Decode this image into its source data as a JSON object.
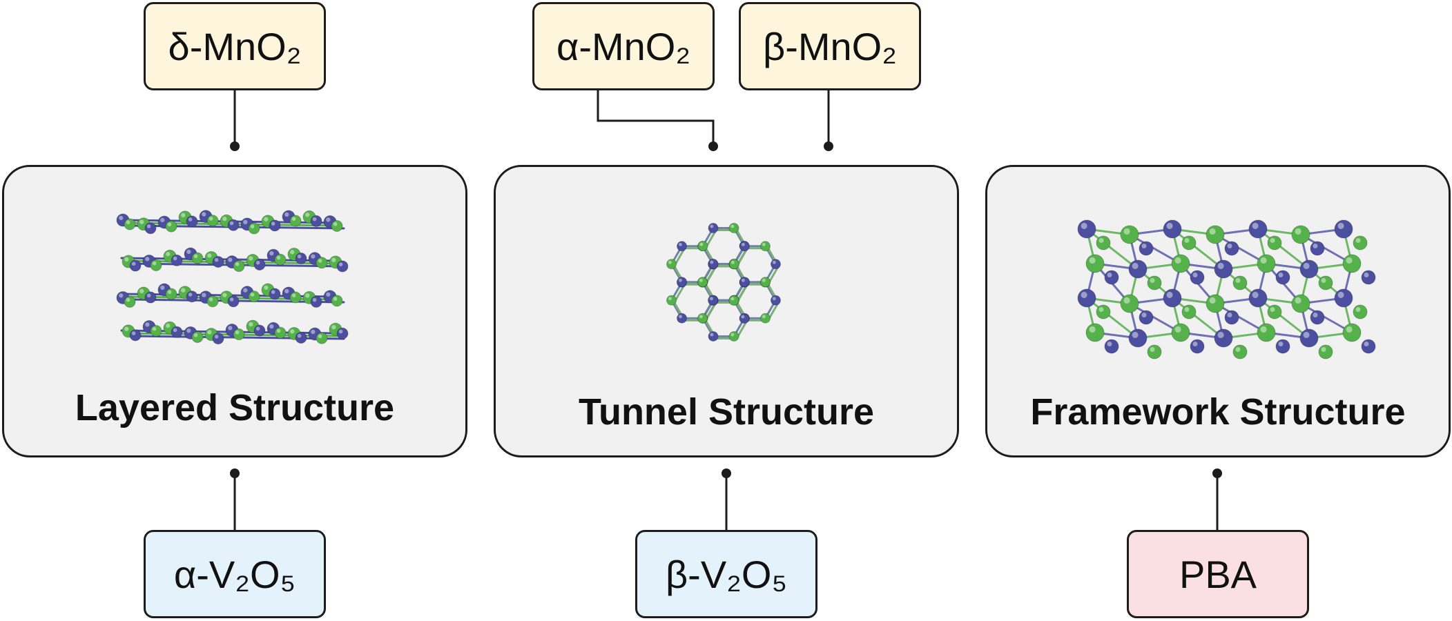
{
  "structures": [
    {
      "title": "Layered Structure"
    },
    {
      "title": "Tunnel Structure"
    },
    {
      "title": "Framework Structure"
    }
  ],
  "top_labels": [
    "δ-MnO₂",
    "α-MnO₂",
    "β-MnO₂"
  ],
  "bottom_labels": [
    "α-V₂O₅",
    "β-V₂O₅",
    "PBA"
  ],
  "colors": {
    "atom_blue": "#4c4f9f",
    "atom_green": "#55b24a",
    "box_fill": "#f1f1f1",
    "label_yellow": "#fdf6dc",
    "label_blue": "#e4f2fb",
    "label_pink": "#fbe0e3"
  }
}
